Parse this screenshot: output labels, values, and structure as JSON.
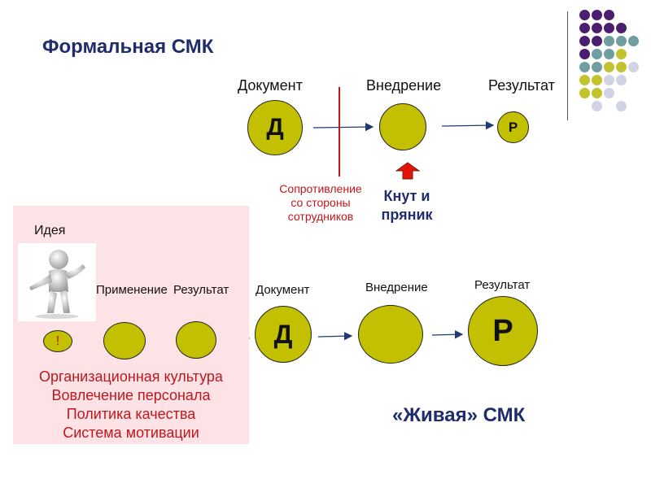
{
  "formal": {
    "title": "Формальная СМК",
    "document_label": "Документ",
    "implementation_label": "Внедрение",
    "result_label": "Результат",
    "document_circle": "Д",
    "result_circle": "Р",
    "resistance_note": "Сопротивление со стороны сотрудников",
    "whip_label": "Кнут и пряник"
  },
  "living": {
    "title": "«Живая» СМК",
    "idea_label": "Идея",
    "exclaim": "!",
    "application_label": "Применение",
    "result_small_label": "Результат",
    "document_label": "Документ",
    "implementation_label": "Внедрение",
    "result_label": "Результат",
    "document_circle": "Д",
    "result_circle": "Р",
    "factors": [
      "Организационная  культура",
      "Вовлечение  персонала",
      "Политика  качества",
      "Система  мотивации"
    ]
  },
  "colors": {
    "circle_fill": "#c2c000",
    "title_blue": "#1f2d6b",
    "accent_red": "#c0161c",
    "pink_panel": "#fde3e5",
    "deco_purple": "#4b1f6f",
    "deco_teal": "#6e9ea0",
    "deco_olive": "#c2c32e",
    "deco_lavender": "#d3d3e6"
  },
  "icons": [
    "person-pointing-icon",
    "up-arrow-icon"
  ]
}
